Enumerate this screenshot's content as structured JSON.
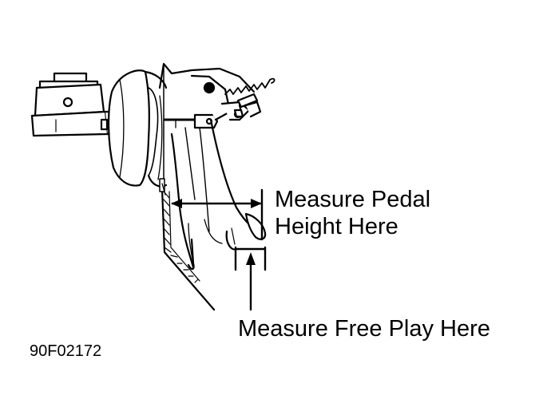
{
  "callouts": {
    "pedal_height": {
      "line1": "Measure Pedal",
      "line2": "Height Here"
    },
    "free_play": "Measure Free Play Here"
  },
  "figure_code": "90F02172",
  "colors": {
    "ink": "#000000",
    "paper": "#ffffff"
  }
}
